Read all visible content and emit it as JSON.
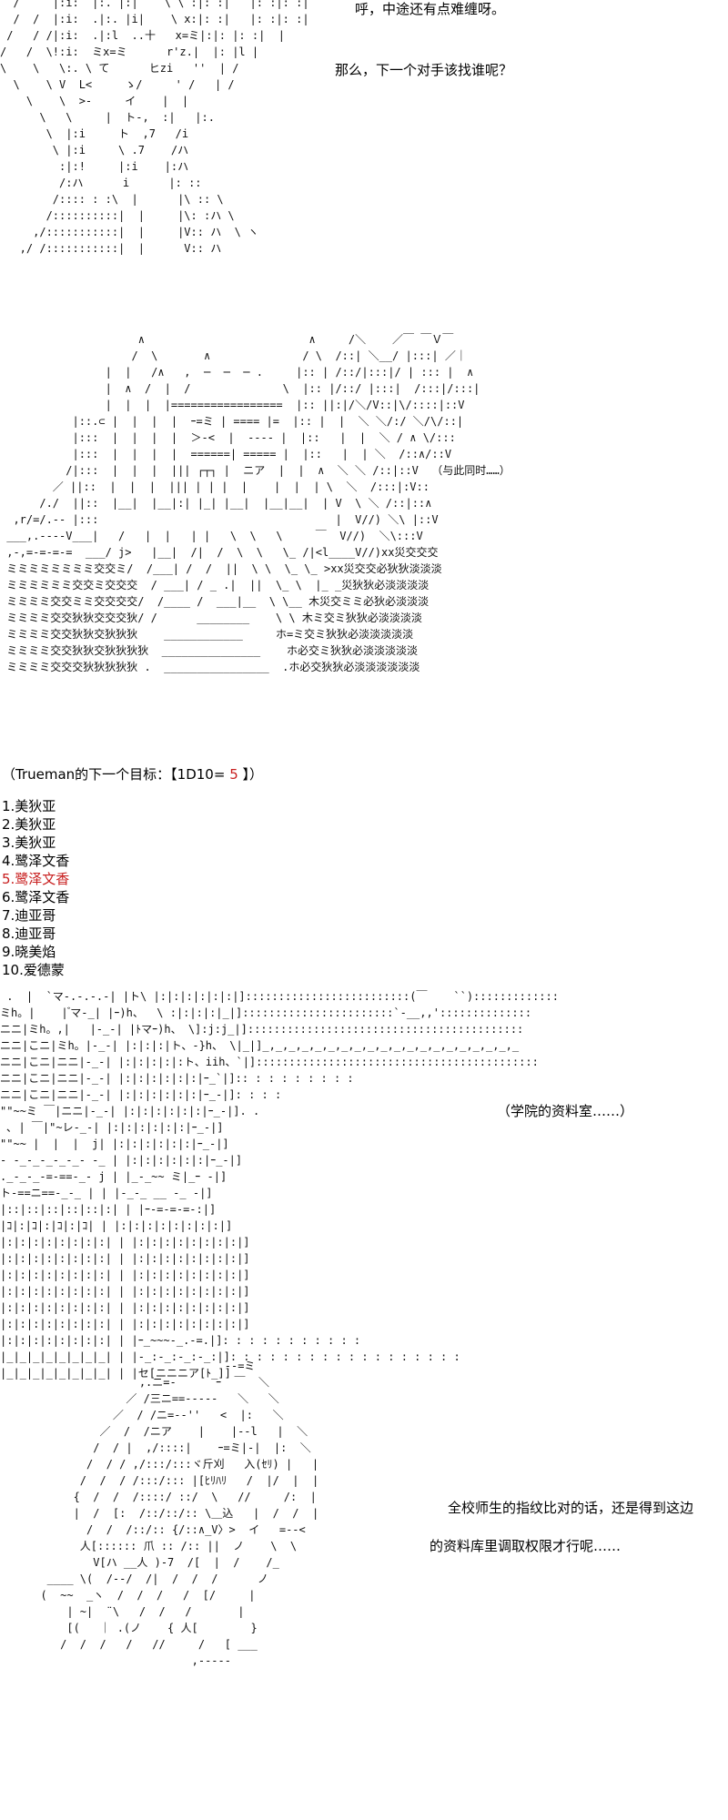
{
  "dialogue": {
    "line1": "呼，中途还有点难缠呀。",
    "line2": "那么，下一个对手该找谁呢？",
    "line3": "（与此同时……）",
    "line4": "（学院的资料室……）",
    "line5a": "全校师生的指纹比对的话，还是得到这边",
    "line5b": "的资料库里调取权限才行呢……"
  },
  "roll": {
    "prefix": "（Trueman的下一个目标：【1D10= ",
    "value": "5",
    "suffix": " 】）",
    "highlight_color": "#c81e1e"
  },
  "options": [
    {
      "label": "1.美狄亚"
    },
    {
      "label": "2.美狄亚"
    },
    {
      "label": "3.美狄亚"
    },
    {
      "label": "4.鹭泽文香"
    },
    {
      "label": "5.鹭泽文香"
    },
    {
      "label": "6.鹭泽文香"
    },
    {
      "label": "7.迪亚哥"
    },
    {
      "label": "8.迪亚哥"
    },
    {
      "label": "9.晓美焰"
    },
    {
      "label": "10.爱德蒙"
    }
  ],
  "art": {
    "figure": "  /     |:i:  |:. |:|    \\ \\ :|: :|   |: :|: :|\n  /  /  |:i:  .|:. |i|    \\ x:|: :|   |: :|: :|\n /   / /|:i:  .|:l  ..十   x=ミ|:|: |: :|  |\n/   /  \\!:i:  ミx=ミ      r'z.|  |: |l |\n\\    \\   \\:. \\ て      ヒzi   ''  | /\n  \\    \\ V  L<     ゝ/     ' /   | /\n    \\    \\  >-     イ    |  |\n      \\   \\     |  ト-,  :|   |:.\n       \\  |:i     ト  ,7   /i\n        \\ |:i     \\ .7    /ハ\n         :|:!     |:i    |:ハ\n         /:ハ      i      |: ::\n        /:::: : :\\  |      |\\ :: \\\n       /::::::::::|  |     |\\: :ハ \\\n     ,/:::::::::::|  |     |V:: ハ  \\ ヽ\n   ,/ /:::::::::::|  |      V:: ハ",
    "castle": "                     ∧                         ∧     /＼    ／￣ ￣Ｖ￣\n                    /  \\       ∧              / \\  /::| ＼__/ |:::| ／｜\n                |  |   /∧   ,  ─  ─  ─ .     |:: | /::/|:::|/ | ::: |  ∧\n                |  ∧  /  |  /              \\  |:: |/::/ |:::|  /:::|/:::|\n                |  |  |  |=================  |:: ||:|/＼/V::|\\/::::|::V\n           |::.⊂ |  |  |  |  ｰ=ミ | ==== |=  |:: |  |  ＼ ＼/:/ ＼/\\/::|\n           |:::  |  |  |  |  ＞-<  |  ---- |  |::   |  |  ＼ / ∧ \\/:::\n           |:::  |  |  |  |  ======| ===== |  |::   |  | ＼  /::∧/::V\n          /|:::  |  |  |  ||| ┌┬┐ |  ニア  |  |  ∧  ＼ ＼ /::|::V  （与此同时……）\n        ／ ||::  |  |  |  ||| | | |  |    |  |  | \\  ＼  /:::|:V::\n      /./  ||::  |__|  |__|:| |_| |__|  |__|__|  | V  \\ ＼ /::|::∧\n  ,r/=/.-- |:::                                    |  V//) ＼\\ |::V\n ___,.----V___|   /   |  |   | |   \\  \\   \\     ￣  V//)  ＼\\:::V\n ,-,=-=-=-=  ___/ j>   |__|  /|  /  \\  \\   \\_ /|<l____V//)xx災交交交\n ミミミミミミミミ交交ミ/  /___| /  /  ||  \\ \\  \\_ \\_ >xx災交交必狄狄淡淡淡\n ミミミミミミ交交ミ交交交  / ___| / _ .|  ||  \\_ \\  |_ _災狄狄必淡淡淡淡\n ミミミミ交交ミミ交交交交/  /____ /  ___|__  \\ \\__ 木災交ミミ必狄必淡淡淡\n ミミミミ交交狄狄交交交狄/ /      ________    \\ \\ 木ミ交ミ狄狄必淡淡淡淡\n ミミミミ交交狄狄交狄狄狄    ____________     ホ=ミ交ミ狄狄必淡淡淡淡淡\n ミミミミ交交狄狄交狄狄狄狄  _______________    ホ必交ミ狄狄必淡淡淡淡淡\n ミミミミ交交交狄狄狄狄狄 .  ________________  .ホ必交狄狄必淡淡淡淡淡淡",
    "library": " .  |  `マ-.-.-.-| |ト\\ |:|:|:|:|:|:|]:::::::::::::::::::::::::(￣    ``):::::::::::::\nミh。|    | ゙マ-_| |ｰ)h、  \\ :|:|:|:|_|]:::::::::::::::::::::::`-__,,'::::::::::::::\nニニ|ミh。,|   |-_-| |ﾄマｰ)h、 \\]:j:j_|]::::::::::::::::::::::::::::::::::::::::::\nニニ|こニ|ミh。|-_-| |:|:|:|ト、-}h、 \\|_|]_,_,_,_,_,_,_,_,_,_,_,_,_,_,_,_,_,_,_,_\nニニ|こニ|ニニ|-_-| |:|:|:|:|:ト、iih、`|]:::::::::::::::::::::::::::::::::::::::::::\nニニ|こニ|ニニ|-_-| |:|:|:|:|:|:|ｰ_`|]:: : : : : : : : :\nニニ|こニ|ニニ|-_-| |:|:|:|:|:|:|ｰ_-|]: : : :\n\"\"~~ミ ￣|ニニ|-_-| |:|:|:|:|:|:|ｰ_-|]. .\n ､ | ￣|\"~レ-_-| |:|:|:|:|:|:|ｰ_-|]\n\"\"~~ |  |  |  j| |:|:|:|:|:|:|ｰ_-|]\n- -_-_-_-_-_- -_ | |:|:|:|:|:|:|ｰ_-|]\n._-_-_-=-==-_- j | |_-_~~ ミ|_ｰ -|]\nト-==ニ==-_-_ | | |-_-_ __ -_ -|]\n|::|::|::|::|::|:| | |ｰ‐=‐=‐=-:|]\n|ｺ|:|ｺ|:|ｺ|:|ｺ| | |:|:|:|:|:|:|:|:|]\n|:|:|:|:|:|:|:|:| | |:|:|:|:|:|:|:|:|]\n|:|:|:|:|:|:|:|:| | |:|:|:|:|:|:|:|:|]\n|:|:|:|:|:|:|:|:| | |:|:|:|:|:|:|:|:|]\n|:|:|:|:|:|:|:|:| | |:|:|:|:|:|:|:|:|]\n|:|:|:|:|:|:|:|:| | |:|:|:|:|:|:|:|:|]\n|:|:|:|:|:|:|:|:| | |:|:|:|:|:|:|:|:|]\n|:|:|:|:|:|:|:|:| | |ｰ_~~~-_.-=.|]: : : : : : : : : : :\n|_|_|_|_|_|_|_|_| | |-_:-_:-_:-_:|]: : : : : : : : : : : : : : : : : :\n|_|_|_|_|_|_|_|_| | |セ[ニニニア[ﾄ_]]",
    "character": "                              --=ミ\n                 ,.ニ=-      ｰ  ￣  ＼\n               ／ /三ニ==-----   ＼   ＼\n             ／  / /ニ=-‐''   <  |:   ＼\n           ／  /  /ニア    |    |--l   |  ＼\n          /  / |  ,/::::|    ｰ=ミ|-|  |:  ＼\n         /  / / ,/:::/:::ヾ斤刈   入(ｾﾘ) |   |\n        /  /  / /:::/::: |[ﾋﾘﾊﾘ   /  |/  |  |\n       {  /  /  /::::/ ::/  \\   //     /:  |\n       |  /  [:  /::/::/:: \\＿込   |  /  /  |\n         /  /  /::/:: {/::∧_V〉>  イ   =-‐<\n        人[:::::: 爪 :: /:: ||  ノ    \\  \\\n          V[ハ __人 )-7  /[  |  /    /_\n   ____ \\(  /-‐/  /|  /  /  /      ノ\n  (  ~~  _ヽ  /  /  /   /  [/     |\n      | ~|  ¨\\   /  /   /       |\n      [(   ｜ .(ノ    { 人[        }\n     /  /  /   /   //     /   [ ___\n                         ,-‐‐--"
  }
}
